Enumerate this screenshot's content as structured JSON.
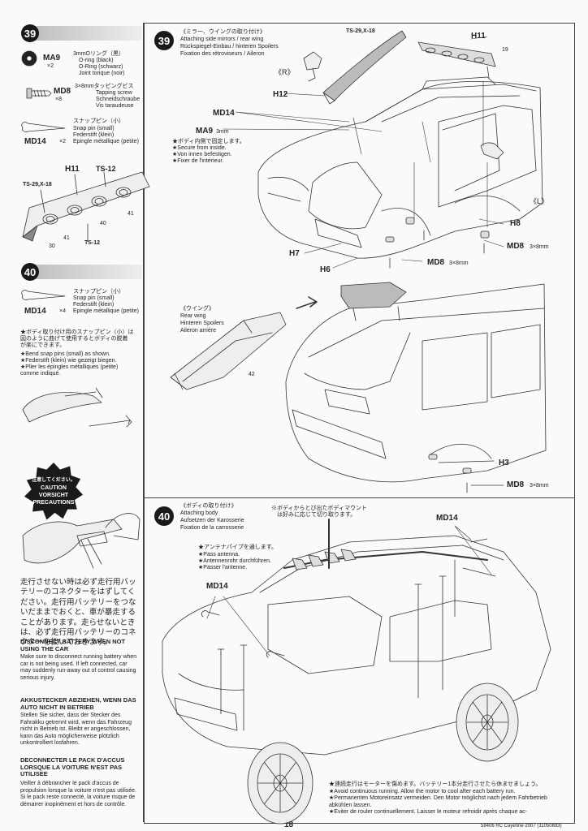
{
  "left": {
    "step39": {
      "num": "39",
      "parts": [
        {
          "code": "MA9",
          "qty": "×2",
          "jp": "3mmOリング（黒）",
          "en": "O-ring (black)",
          "de": "O-Ring (schwarz)",
          "fr": "Joint torique (noir)"
        },
        {
          "code": "MD8",
          "qty": "×8",
          "jp": "3×8mmタッピングビス",
          "en": "Tapping screw",
          "de": "Schneidschraube",
          "fr": "Vis taraudeuse"
        },
        {
          "code": "MD14",
          "qty": "×2",
          "jp": "スナップピン（小）",
          "en": "Snap pin (small)",
          "de": "Federstift (klein)",
          "fr": "Epingle métallique (petite)"
        }
      ],
      "labels": {
        "h11": "H11",
        "ts12a": "TS-12",
        "tsx18": "TS-29,X-18",
        "ts12b": "TS-12",
        "n41a": "41",
        "n41b": "41",
        "n40": "40",
        "n30": "30"
      }
    },
    "step40": {
      "num": "40",
      "part": {
        "code": "MD14",
        "qty": "×4",
        "jp": "スナップピン（小）",
        "en": "Snap pin (small)",
        "de": "Federstift (klein)",
        "fr": "Epingle métallique (petite)"
      },
      "note_jp": "★ボディ取り付け用のスナップピン（小）は\n図のように曲げて使用するとボディの脱着\nが楽にできます。",
      "note_en": "★Bend snap pins (small) as shown.",
      "note_de": "★Federstift (klein) wie gezeigt biegen.",
      "note_fr": "★Plier les épingles métalliques (petite)\ncomme indiqué."
    },
    "caution": {
      "jp": "注意してください。",
      "en": "CAUTION",
      "de": "VORSICHT",
      "fr": "PRECAUTIONS"
    },
    "warning": {
      "jp": "走行させない時は必ず走行用バッテリーのコネクターをはずしてください。走行用バッテリーをつないだままでおくと、車が暴走することがあります。走らせないときは、必ず走行用バッテリーのコネクターを抜いておきます。",
      "en_head": "DISCONNECT BATTERY WHEN NOT USING THE CAR",
      "en": "Make sure to disconnect running battery when car is not being used. If left connected, car may suddenly run-away out of control causing serious injury.",
      "de_head": "AKKUSTECKER ABZIEHEN, WENN DAS AUTO NICHT IN BETRIEB",
      "de": "Stellen Sie sicher, dass der Stecker des Fahrakku getrennt wird, wenn das Fahrzeug nicht in Betrieb ist. Bleibt er angeschlossen, kann das Auto möglicherweise plötzlich unkontrolliert losfahren.",
      "fr_head": "DECONNECTER LE PACK D'ACCUS LORSQUE LA VOITURE N'EST PAS UTILISEE",
      "fr": "Veiller à débrancher le pack d'accus de propulsion lorsque la voiture n'est pas utilisée. Si le pack reste connecté, la voiture risque de démarrer inopinément et hors de contrôle."
    }
  },
  "main39": {
    "num": "39",
    "title_jp": "《ミラー、ウイングの取り付け》",
    "title_en": "Attaching side mirrors / rear wing",
    "title_de": "Rückspiegel-Einbau / hinteren Spoilers",
    "title_fr": "Fixation des rétroviseurs / Aileron",
    "labels": {
      "tsx18": "TS-29,X-18",
      "h11": "H11",
      "n19": "19",
      "r": "《R》",
      "h12": "H12",
      "md14": "MD14",
      "ma9": "MA9",
      "ma9unit": "3mm",
      "l": "《L》",
      "h8": "H8",
      "md8a": "MD8",
      "md8a_unit": "3×8mm",
      "h7": "H7",
      "h6": "H6",
      "md8b": "MD8",
      "md8b_unit": "3×8mm"
    },
    "note": {
      "jp": "★ボディ内側で固定します。",
      "en": "★Secure from inside.",
      "de": "★Von innen befestigen.",
      "fr": "★Fixer de l'intérieur."
    },
    "wing": {
      "jp": "《ウイング》",
      "en": "Rear wing",
      "de": "Hinteren Spoilers",
      "fr": "Aileron arrière",
      "n42": "42"
    },
    "labels2": {
      "h3": "H3",
      "md8": "MD8",
      "md8unit": "3×8mm"
    }
  },
  "main40": {
    "num": "40",
    "title_jp": "《ボディの取り付け》",
    "title_en": "Attaching body",
    "title_de": "Aufsetzen der Karosserie",
    "title_fr": "Fixation de la carrosserie",
    "mount_jp": "※ボディからとび出たボディマウント\n　は好みに応じて切り取ります。",
    "antenna": {
      "jp": "★アンテナパイプを通します。",
      "en": "★Pass antenna.",
      "de": "★Antennenrohr durchführen.",
      "fr": "★Passer l'antenne."
    },
    "md14a": "MD14",
    "md14b": "MD14",
    "run": {
      "jp": "★連続走行はモーターを傷めます。バッテリー1本分走行させたら休ませましょう。",
      "en": "★Avoid continuous running. Allow the motor to cool after each battery run.",
      "de": "★Permanenten Motoreinsatz vermeiden. Den Motor möglichst nach jedem Fahrbetrieb abkühlen lassen.",
      "fr": "★Eviter de rouler continuellement. Laisser le moteur refroidir après chaque ac-"
    }
  },
  "footer": {
    "page": "18",
    "code": "58406 RC Cayenne 2007 (11050693)"
  }
}
